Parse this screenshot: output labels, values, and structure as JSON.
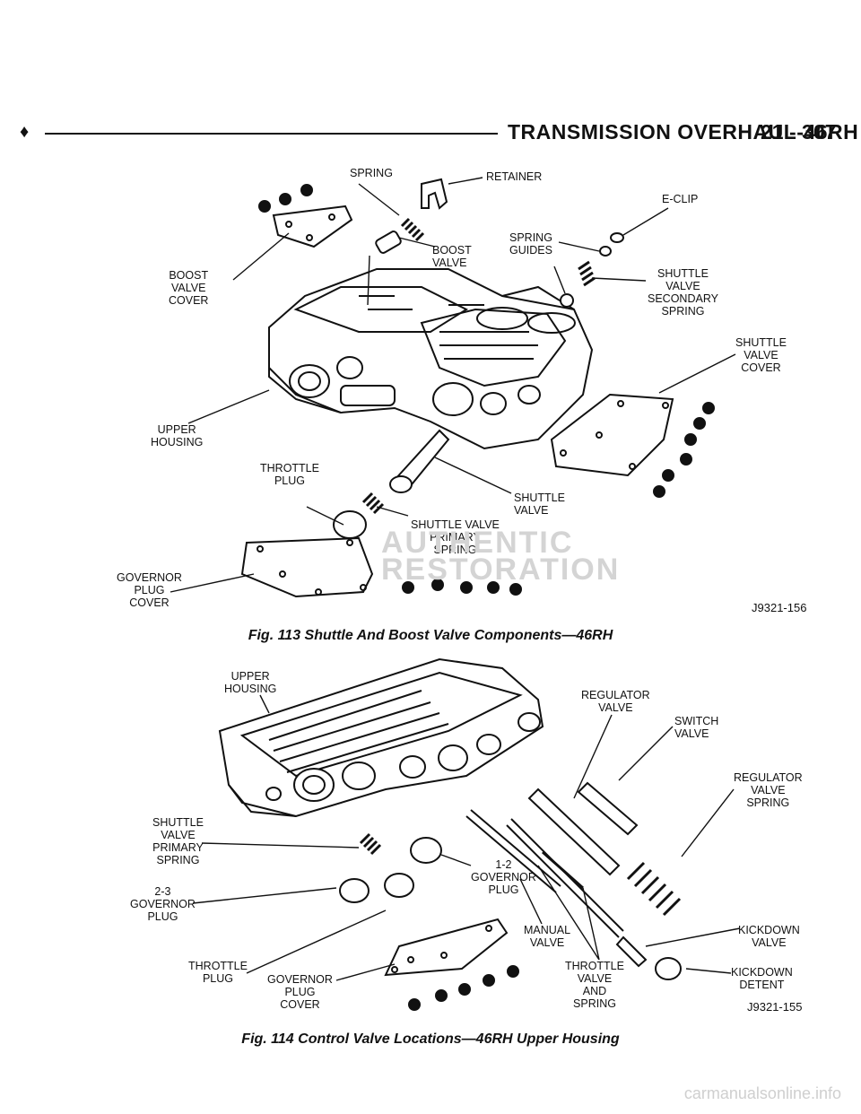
{
  "header": {
    "bullet": "♦",
    "title": "TRANSMISSION OVERHAUL-46RH",
    "page": "21 - 307"
  },
  "fig113": {
    "labels": {
      "spring": "SPRING",
      "retainer": "RETAINER",
      "eclip": "E-CLIP",
      "boost_valve_cover": "BOOST\nVALVE\nCOVER",
      "boost_valve": "BOOST\nVALVE",
      "spring_guides": "SPRING\nGUIDES",
      "shuttle_valve_secondary_spring": "SHUTTLE\nVALVE\nSECONDARY\nSPRING",
      "shuttle_valve_cover": "SHUTTLE\nVALVE\nCOVER",
      "upper_housing": "UPPER\nHOUSING",
      "throttle_plug": "THROTTLE\nPLUG",
      "shuttle_valve": "SHUTTLE\nVALVE",
      "shuttle_valve_primary_spring": "SHUTTLE VALVE\nPRIMARY\nSPRING",
      "governor_plug_cover": "GOVERNOR\nPLUG\nCOVER"
    },
    "code": "J9321-156",
    "caption": "Fig. 113 Shuttle And Boost Valve Components—46RH"
  },
  "fig114": {
    "labels": {
      "upper_housing": "UPPER\nHOUSING",
      "regulator_valve": "REGULATOR\nVALVE",
      "switch_valve": "SWITCH\nVALVE",
      "regulator_valve_spring": "REGULATOR\nVALVE\nSPRING",
      "shuttle_valve_primary_spring": "SHUTTLE\nVALVE\nPRIMARY\nSPRING",
      "governor_plug_2_3": "2-3\nGOVERNOR\nPLUG",
      "governor_plug_1_2": "1-2\nGOVERNOR\nPLUG",
      "throttle_plug": "THROTTLE\nPLUG",
      "manual_valve": "MANUAL\nVALVE",
      "kickdown_valve": "KICKDOWN\nVALVE",
      "governor_plug_cover": "GOVERNOR\nPLUG\nCOVER",
      "throttle_valve_and_spring": "THROTTLE\nVALVE\nAND\nSPRING",
      "kickdown_detent": "KICKDOWN\nDETENT"
    },
    "code": "J9321-155",
    "caption": "Fig. 114 Control Valve Locations—46RH Upper Housing"
  },
  "watermark": {
    "line1": "AUTHENTIC",
    "line2": "RESTORATION"
  },
  "site": "carmanualsonline.info"
}
